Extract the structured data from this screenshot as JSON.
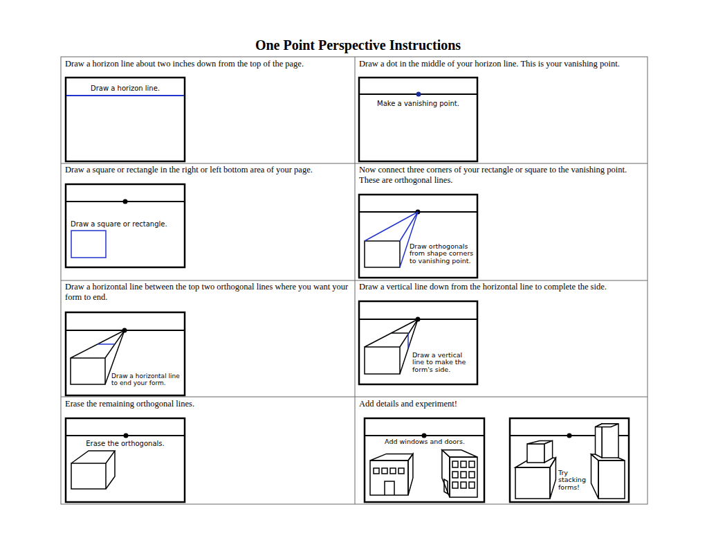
{
  "diagram": {
    "title": "One Point Perspective Instructions",
    "labels": [
      "Draw a horizon line about two inches down from the top of the page.",
      "Draw a horizon line.",
      "Draw a dot in the middle of your horizon line. This is your vanishing point.",
      "Make a vanishing point.",
      "Draw a square or rectangle in the right or left bottom area of your page.",
      "Draw a square or rectangle.",
      "Now connect three corners of your rectangle or square to the vanishing point. These are orthogonal lines.",
      "Draw orthogonals from shape corners to vanishing point.",
      "Draw a horizontal line between the top two orthogonal lines where you want your form to end.",
      "Draw a horizontal line to end your form.",
      "Draw a vertical line down from the horizontal line to complete the side.",
      "Draw a vertical line to make the form's side.",
      "Erase the remaining orthogonal lines.",
      "Erase the orthogonals.",
      "Add details and experiment!",
      "Add windows and doors.",
      "Try stacking forms!"
    ]
  }
}
